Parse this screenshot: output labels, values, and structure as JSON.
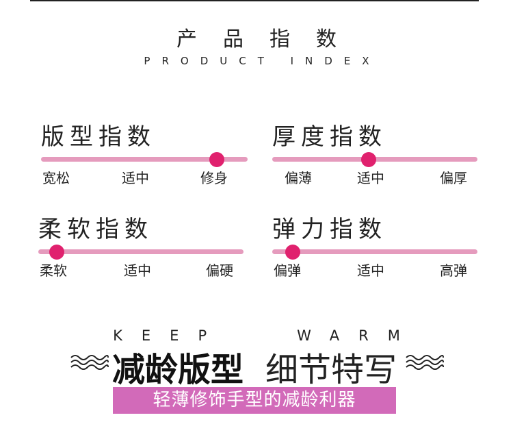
{
  "header": {
    "title_cn": "产品指数",
    "title_en": "PRODUCT INDEX"
  },
  "indices": [
    {
      "title": "版型指数",
      "labels": [
        "宽松",
        "适中",
        "修身"
      ],
      "level_fraction": 0.85
    },
    {
      "title": "厚度指数",
      "labels": [
        "偏薄",
        "适中",
        "偏厚"
      ],
      "level_fraction": 0.47
    },
    {
      "title": "柔软指数",
      "labels": [
        "柔软",
        "适中",
        "偏硬"
      ],
      "level_fraction": 0.09
    },
    {
      "title": "弹力指数",
      "labels": [
        "偏弹",
        "适中",
        "高弹"
      ],
      "level_fraction": 0.1
    }
  ],
  "footer": {
    "keep_warm": "KEEP   WARM",
    "slogan_bold": "减龄版型",
    "slogan_light": "细节特写",
    "banner": "轻薄修饰手型的减龄利器"
  },
  "colors": {
    "track": "#e59bbd",
    "knob": "#e0216e",
    "banner": "#d26ab9"
  }
}
